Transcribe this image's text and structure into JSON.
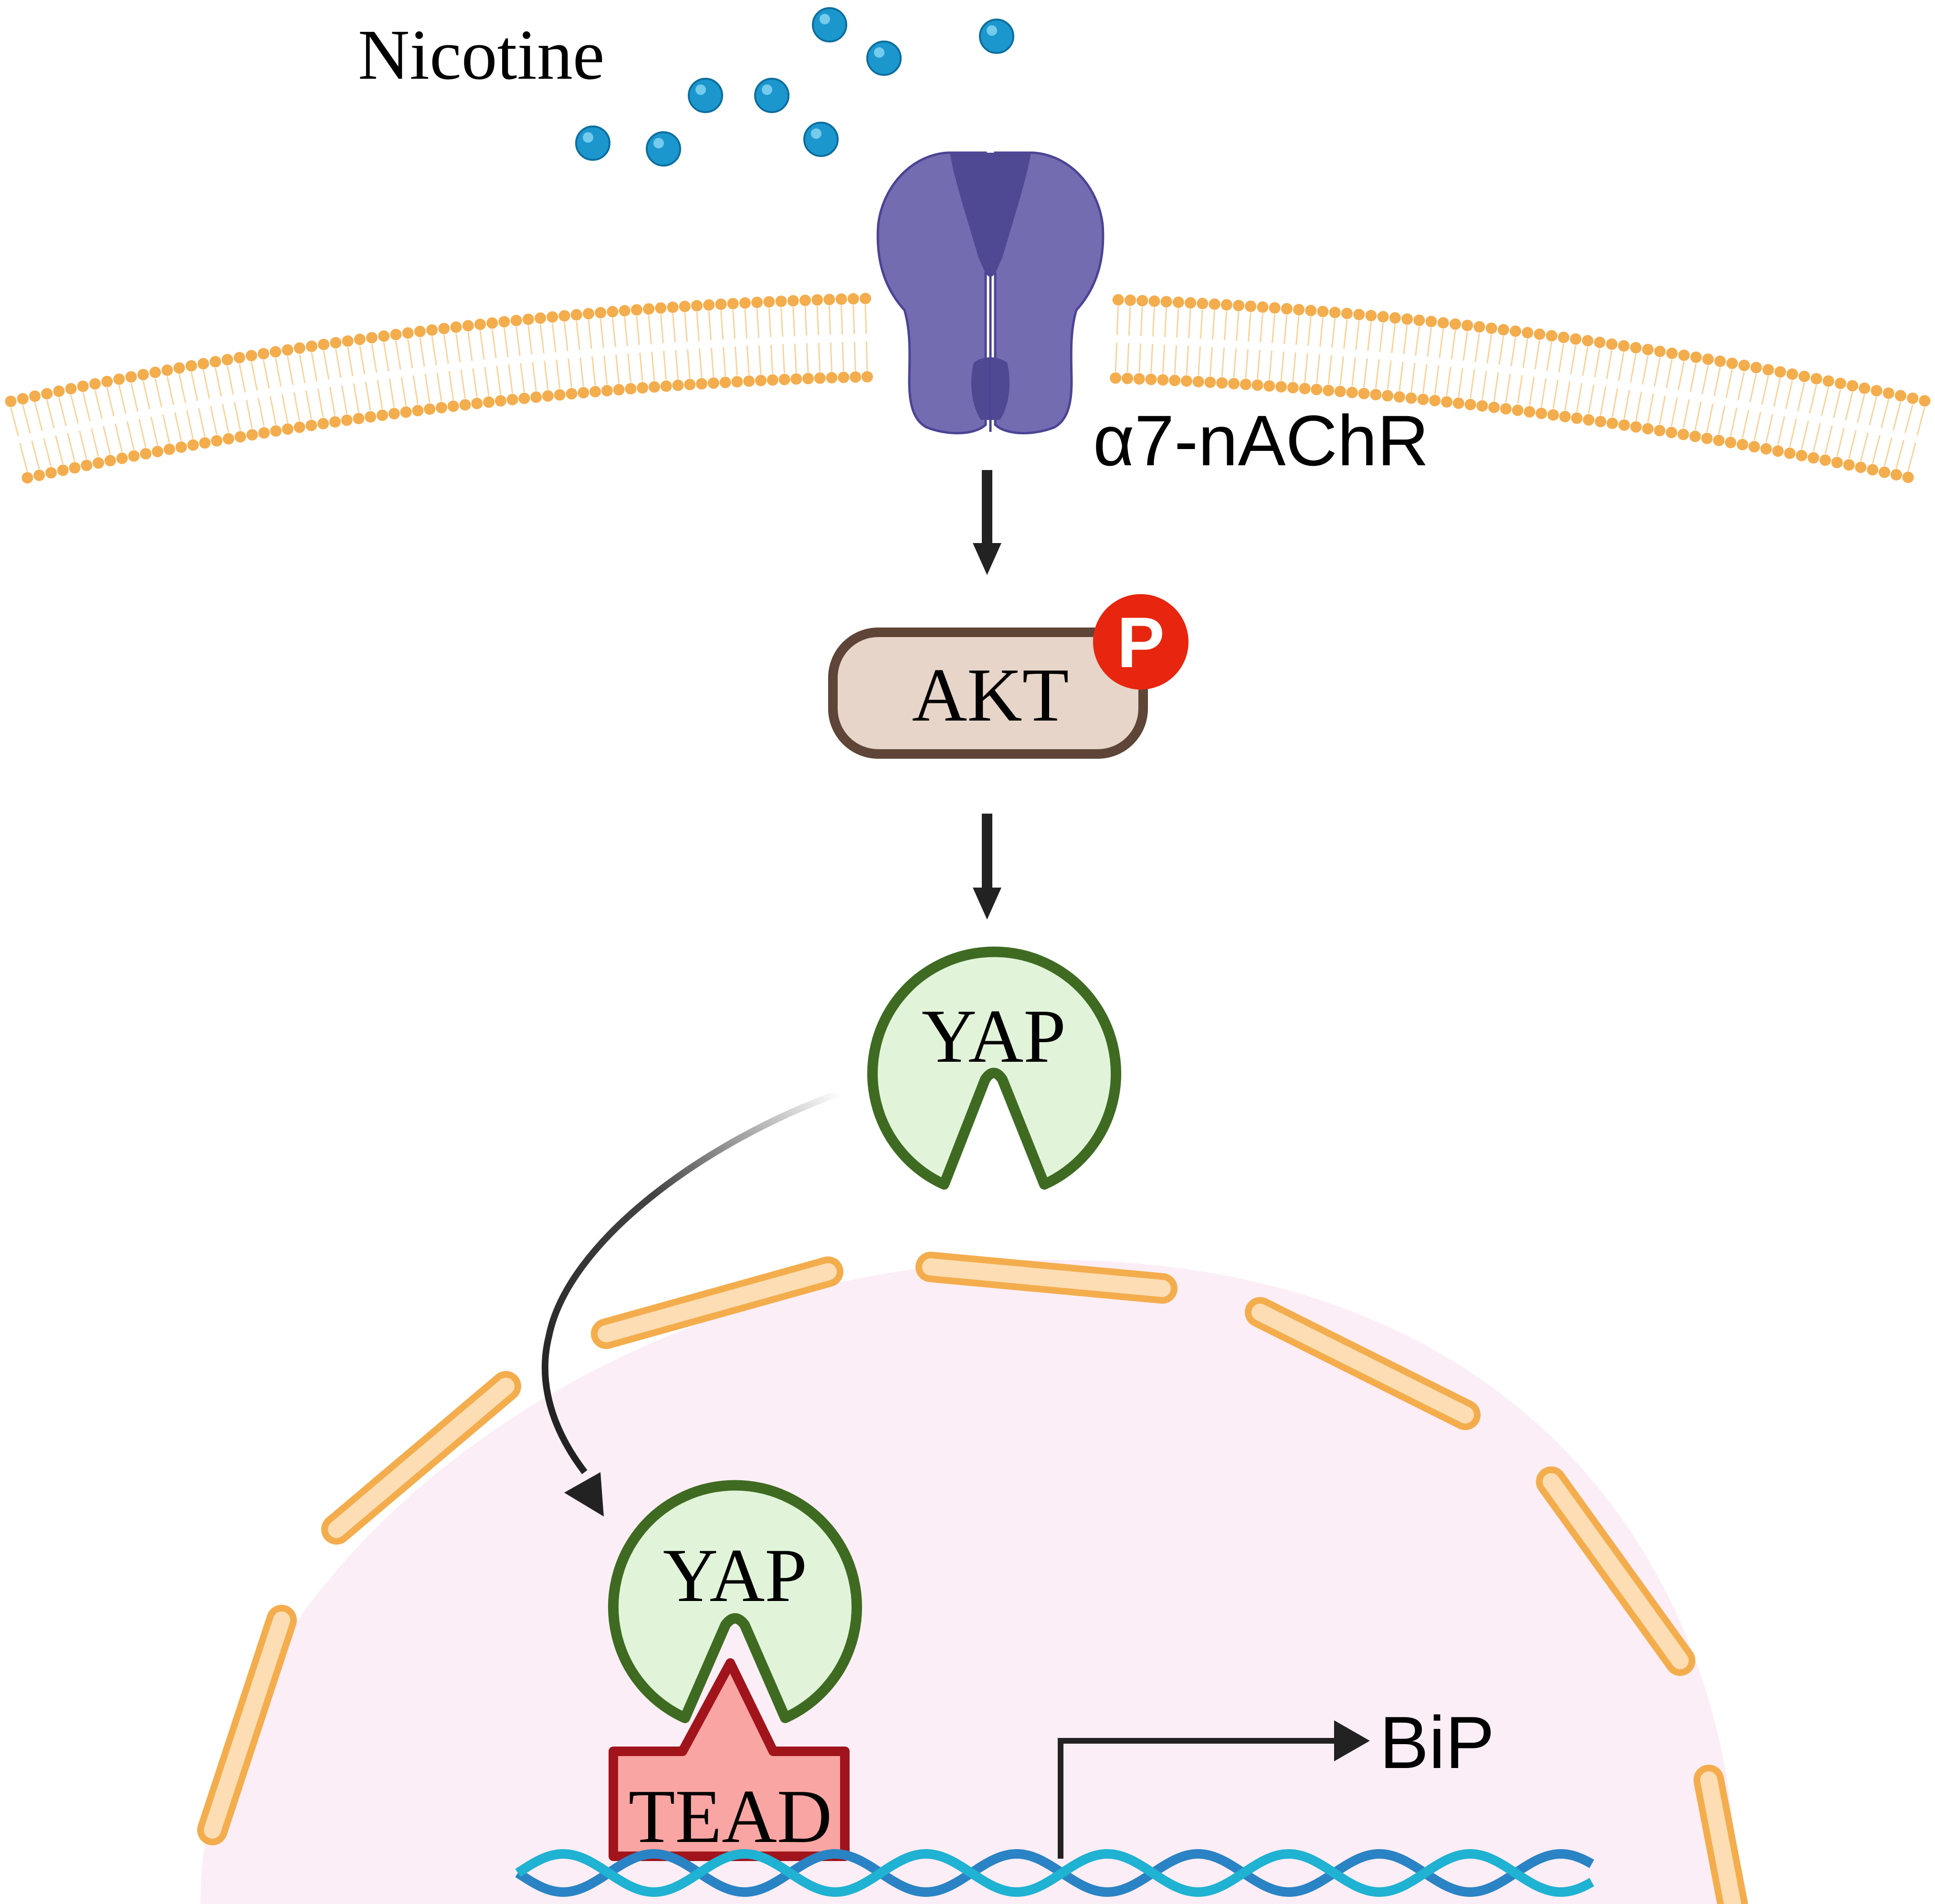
{
  "labels": {
    "ligand": "Nicotine",
    "receptor": "α7-nAChR",
    "kinase": "AKT",
    "phospho": "P",
    "cytoplasmic_factor": "YAP",
    "nuclear_factor": "YAP",
    "dna_binding_factor": "TEAD",
    "target_gene": "BiP"
  },
  "colors": {
    "membrane_head": "#F4AD4D",
    "membrane_tail": "#F8D49E",
    "receptor_fill": "#746CB1",
    "receptor_dark": "#4F4893",
    "receptor_stroke": "#4B4495",
    "nicotine": "#1B97CE",
    "nicotine_highlight": "#7FD0F0",
    "arrow": "#222222",
    "akt_fill": "#E6D5C8",
    "akt_stroke": "#5E4537",
    "phospho": "#E8250E",
    "yap_fill": "#E1F4DA",
    "yap_stroke": "#3E6B21",
    "nucleus_fill": "#FCEEF6",
    "nuclear_envelope_fill": "#FDDDB3",
    "nuclear_envelope_stroke": "#F4AD4D",
    "tead_fill": "#F9A5A3",
    "tead_stroke": "#A1141B",
    "dna_strand_1": "#1FB2D2",
    "dna_strand_2": "#2A83C4"
  }
}
